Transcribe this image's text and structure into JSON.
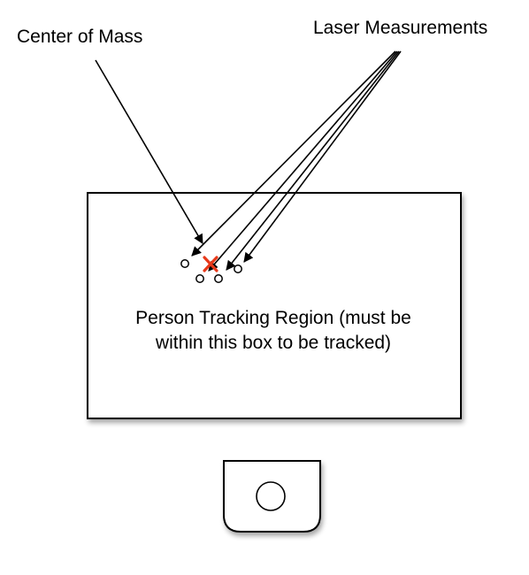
{
  "labels": {
    "center_of_mass": "Center of Mass",
    "laser_measurements": "Laser Measurements",
    "region_line1": "Person Tracking Region (must be",
    "region_line2": "within this box to be tracked)"
  },
  "colors": {
    "center_marker": "#e8391a",
    "stroke": "#000000",
    "background": "#ffffff"
  },
  "icons": {
    "center_marker": "x-mark-icon",
    "sensor": "laser-sensor-icon"
  }
}
